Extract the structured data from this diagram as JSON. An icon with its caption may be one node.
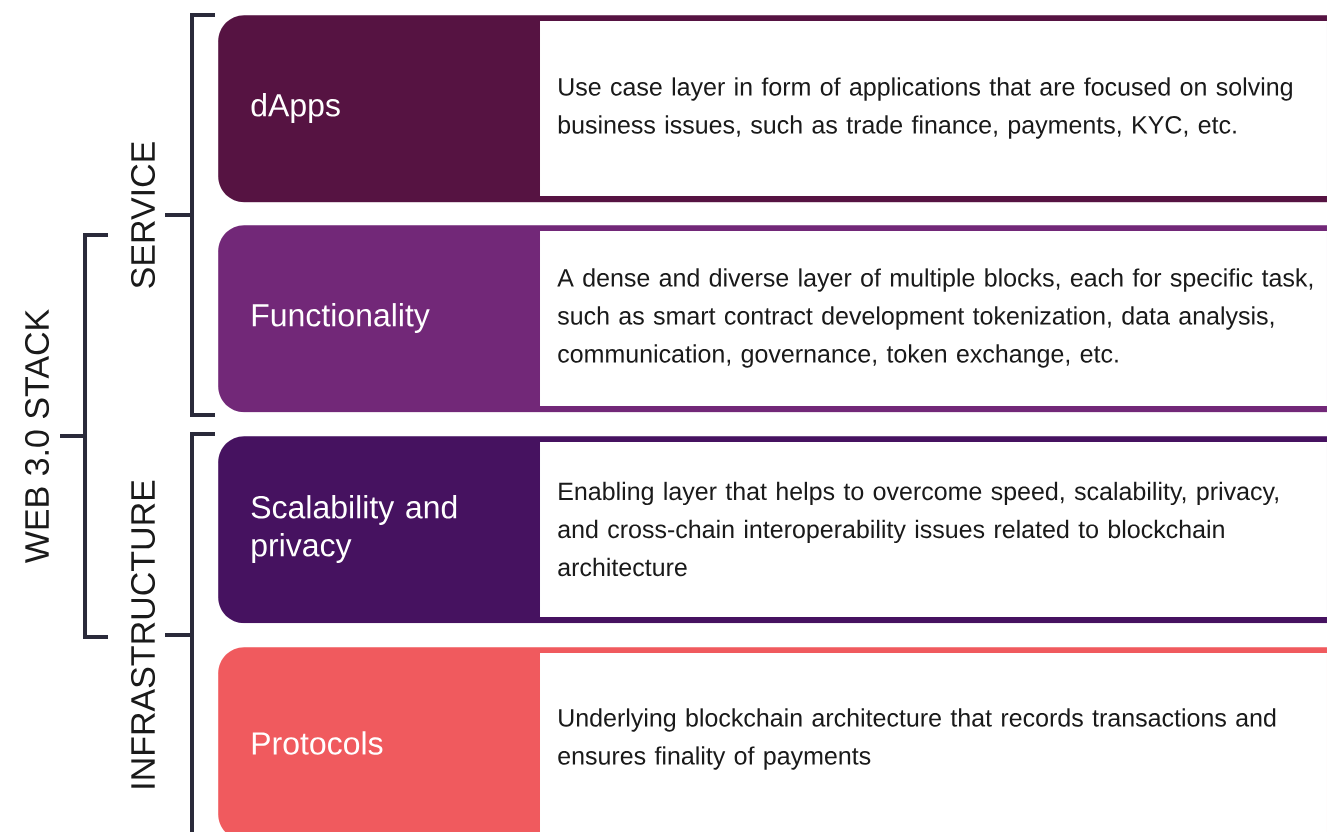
{
  "diagram": {
    "nodes": [
      {
        "text": [
          "dApps",
          "Use case layer in form of applications that are focused on solving business issues, such as trade finance, payments, KYC, etc."
        ]
      },
      {
        "text": [
          "Functionality",
          "A dense and diverse layer of multiple blocks, each for specific task, such as smart contract development tokenization, data analysis, communication, governance, token exchange, etc."
        ]
      },
      {
        "text": [
          "Scalability and privacy",
          "Enabling layer that helps to overcome speed, scalability, privacy, and cross-chain interoperability issues related to blockchain architecture"
        ]
      },
      {
        "text": [
          "Protocols",
          "Underlying blockchain architecture that records transactions and ensures finality of payments"
        ]
      }
    ],
    "labels": [
      "WEB 3.0 STACK",
      "SERVICE",
      "INFRASTRUCTURE"
    ]
  }
}
